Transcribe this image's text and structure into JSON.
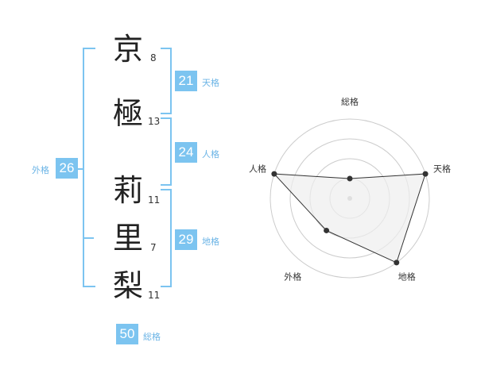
{
  "name": {
    "chars": [
      {
        "char": "京",
        "strokes": "8"
      },
      {
        "char": "極",
        "strokes": "13"
      },
      {
        "char": "莉",
        "strokes": "11"
      },
      {
        "char": "里",
        "strokes": "7"
      },
      {
        "char": "梨",
        "strokes": "11"
      }
    ]
  },
  "fortune": {
    "tenkaku": {
      "value": "21",
      "label": "天格"
    },
    "jinkaku": {
      "value": "24",
      "label": "人格"
    },
    "chikaku": {
      "value": "29",
      "label": "地格"
    },
    "gaikaku": {
      "value": "26",
      "label": "外格"
    },
    "soukaku": {
      "value": "50",
      "label": "総格"
    }
  },
  "chart_data": {
    "type": "radar",
    "axes": [
      "総格",
      "天格",
      "地格",
      "外格",
      "人格"
    ],
    "values": [
      1,
      4,
      4,
      2,
      4
    ],
    "max": 4,
    "colors": {
      "line": "#333333",
      "fill": "#eeeeee",
      "grid": "#cccccc"
    }
  }
}
